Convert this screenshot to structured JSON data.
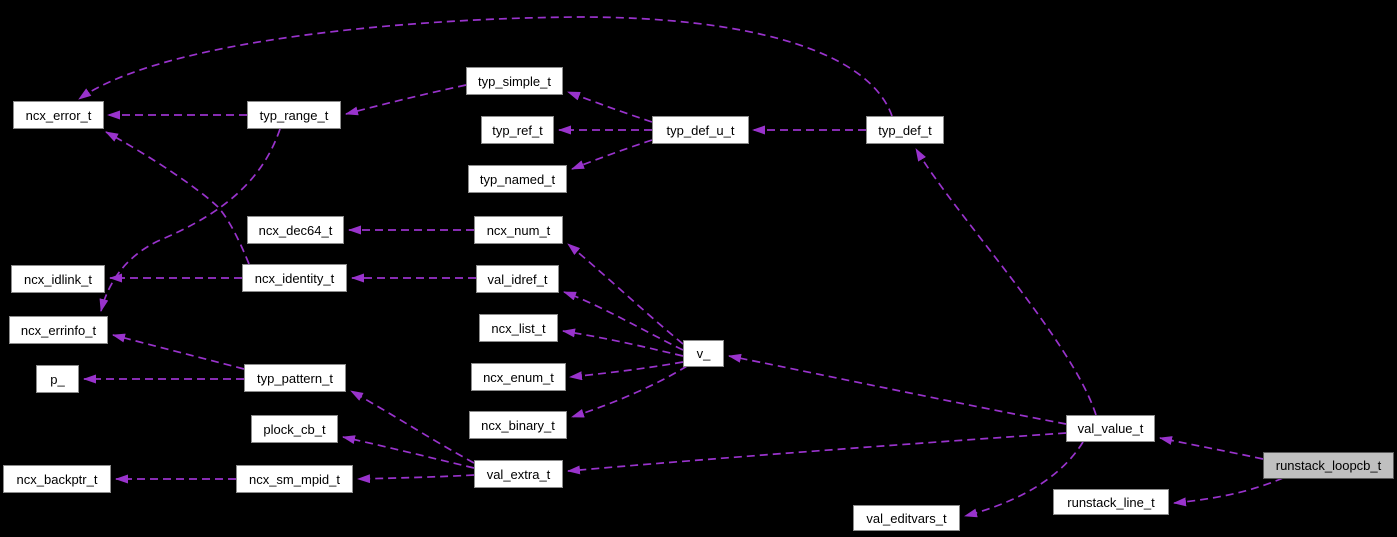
{
  "diagram": {
    "type": "collaboration-graph",
    "background_color": "#000000",
    "edge_color": "#9933cc",
    "edge_style": "dashed",
    "node_fill": "#ffffff",
    "node_border_color": "#8c8c8c",
    "highlight_node_fill": "#c0c0c0",
    "nodes": [
      {
        "id": "ncx_error_t",
        "label": "ncx_error_t",
        "highlighted": false
      },
      {
        "id": "typ_range_t",
        "label": "typ_range_t",
        "highlighted": false
      },
      {
        "id": "typ_simple_t",
        "label": "typ_simple_t",
        "highlighted": false
      },
      {
        "id": "typ_ref_t",
        "label": "typ_ref_t",
        "highlighted": false
      },
      {
        "id": "typ_def_u_t",
        "label": "typ_def_u_t",
        "highlighted": false
      },
      {
        "id": "typ_def_t",
        "label": "typ_def_t",
        "highlighted": false
      },
      {
        "id": "typ_named_t",
        "label": "typ_named_t",
        "highlighted": false
      },
      {
        "id": "ncx_dec64_t",
        "label": "ncx_dec64_t",
        "highlighted": false
      },
      {
        "id": "ncx_num_t",
        "label": "ncx_num_t",
        "highlighted": false
      },
      {
        "id": "ncx_idlink_t",
        "label": "ncx_idlink_t",
        "highlighted": false
      },
      {
        "id": "ncx_identity_t",
        "label": "ncx_identity_t",
        "highlighted": false
      },
      {
        "id": "val_idref_t",
        "label": "val_idref_t",
        "highlighted": false
      },
      {
        "id": "ncx_errinfo_t",
        "label": "ncx_errinfo_t",
        "highlighted": false
      },
      {
        "id": "ncx_list_t",
        "label": "ncx_list_t",
        "highlighted": false
      },
      {
        "id": "v_",
        "label": "v_",
        "highlighted": false
      },
      {
        "id": "p_",
        "label": "p_",
        "highlighted": false
      },
      {
        "id": "typ_pattern_t",
        "label": "typ_pattern_t",
        "highlighted": false
      },
      {
        "id": "ncx_enum_t",
        "label": "ncx_enum_t",
        "highlighted": false
      },
      {
        "id": "plock_cb_t",
        "label": "plock_cb_t",
        "highlighted": false
      },
      {
        "id": "ncx_binary_t",
        "label": "ncx_binary_t",
        "highlighted": false
      },
      {
        "id": "ncx_backptr_t",
        "label": "ncx_backptr_t",
        "highlighted": false
      },
      {
        "id": "ncx_sm_mpid_t",
        "label": "ncx_sm_mpid_t",
        "highlighted": false
      },
      {
        "id": "val_extra_t",
        "label": "val_extra_t",
        "highlighted": false
      },
      {
        "id": "val_value_t",
        "label": "val_value_t",
        "highlighted": false
      },
      {
        "id": "runstack_loopcb_t",
        "label": "runstack_loopcb_t",
        "highlighted": true
      },
      {
        "id": "val_editvars_t",
        "label": "val_editvars_t",
        "highlighted": false
      },
      {
        "id": "runstack_line_t",
        "label": "runstack_line_t",
        "highlighted": false
      }
    ],
    "edges": [
      {
        "from": "typ_def_t",
        "to": "ncx_error_t"
      },
      {
        "from": "typ_range_t",
        "to": "ncx_error_t"
      },
      {
        "from": "ncx_identity_t",
        "to": "ncx_error_t"
      },
      {
        "from": "typ_simple_t",
        "to": "typ_range_t"
      },
      {
        "from": "typ_def_u_t",
        "to": "typ_simple_t"
      },
      {
        "from": "typ_def_u_t",
        "to": "typ_ref_t"
      },
      {
        "from": "typ_def_u_t",
        "to": "typ_named_t"
      },
      {
        "from": "typ_def_t",
        "to": "typ_def_u_t"
      },
      {
        "from": "val_value_t",
        "to": "typ_def_t"
      },
      {
        "from": "ncx_num_t",
        "to": "ncx_dec64_t"
      },
      {
        "from": "val_idref_t",
        "to": "ncx_identity_t"
      },
      {
        "from": "ncx_identity_t",
        "to": "ncx_idlink_t"
      },
      {
        "from": "typ_range_t",
        "to": "ncx_errinfo_t"
      },
      {
        "from": "typ_pattern_t",
        "to": "ncx_errinfo_t"
      },
      {
        "from": "typ_pattern_t",
        "to": "p_"
      },
      {
        "from": "v_",
        "to": "ncx_num_t"
      },
      {
        "from": "v_",
        "to": "val_idref_t"
      },
      {
        "from": "v_",
        "to": "ncx_list_t"
      },
      {
        "from": "v_",
        "to": "ncx_enum_t"
      },
      {
        "from": "v_",
        "to": "ncx_binary_t"
      },
      {
        "from": "val_value_t",
        "to": "v_"
      },
      {
        "from": "val_extra_t",
        "to": "typ_pattern_t"
      },
      {
        "from": "val_extra_t",
        "to": "plock_cb_t"
      },
      {
        "from": "val_extra_t",
        "to": "ncx_sm_mpid_t"
      },
      {
        "from": "ncx_sm_mpid_t",
        "to": "ncx_backptr_t"
      },
      {
        "from": "val_value_t",
        "to": "val_extra_t"
      },
      {
        "from": "val_value_t",
        "to": "val_editvars_t"
      },
      {
        "from": "runstack_loopcb_t",
        "to": "val_value_t"
      },
      {
        "from": "runstack_loopcb_t",
        "to": "runstack_line_t"
      }
    ]
  }
}
